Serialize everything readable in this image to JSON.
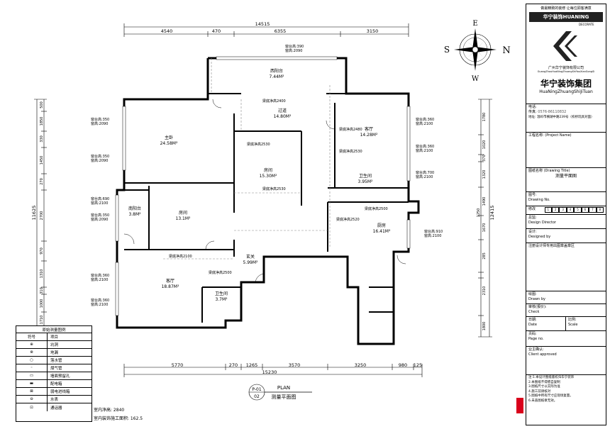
{
  "overall": {
    "top_total": "14515",
    "top_segments": [
      "4540",
      "470",
      "6355",
      "3150"
    ],
    "bottom_total": "15230",
    "bottom_segments": [
      "5770",
      "270",
      "1265",
      "3570",
      "3250",
      "980",
      "125"
    ],
    "left_total": "11625",
    "left_segments": [
      "500",
      "1850",
      "330",
      "1450",
      "270",
      "2700",
      "970",
      "1310",
      "310",
      "1000",
      "1710"
    ],
    "right_total": "12415",
    "right_segments": [
      "1780",
      "1020",
      "370",
      "1320",
      "1490",
      "1250",
      "1670",
      "285",
      "2310",
      "1800"
    ]
  },
  "rooms": [
    {
      "name": "西阳台",
      "area": "7.44M²"
    },
    {
      "name": "过道",
      "area": "14.80M²"
    },
    {
      "name": "主卧",
      "area": "24.58M²"
    },
    {
      "name": "客厅",
      "area": "14.28M²"
    },
    {
      "name": "房间",
      "area": "15.30M²"
    },
    {
      "name": "卫生间",
      "area": "3.95M²"
    },
    {
      "name": "南阳台",
      "area": "3.8M²"
    },
    {
      "name": "房间",
      "area": "13.1M²"
    },
    {
      "name": "厨房",
      "area": "16.41M²"
    },
    {
      "name": "玄关",
      "area": "5.99M²"
    },
    {
      "name": "客厅",
      "area": "18.87M²"
    },
    {
      "name": "卫生间",
      "area": "3.7M²"
    }
  ],
  "window_notes": {
    "top": [
      "窗台高:390",
      "窗高:2090"
    ],
    "left1": [
      "窗台高:350",
      "窗高:2090"
    ],
    "left2": [
      "窗台高:350",
      "窗高:2090"
    ],
    "left3": [
      "窗台高:690",
      "窗高:2100"
    ],
    "left4": [
      "窗台高:350",
      "窗高:2090"
    ],
    "left5": [
      "窗台高:360",
      "窗高:2100"
    ],
    "left6": [
      "窗台高:360",
      "窗高:2100"
    ],
    "right1": [
      "窗台高:360",
      "窗高:2100"
    ],
    "right2": [
      "窗台高:360",
      "窗高:2100"
    ],
    "right3": [
      "窗台高:700",
      "窗高:2100"
    ],
    "right4": [
      "窗台高:910",
      "窗高:2100"
    ]
  },
  "beam_notes": [
    "梁底净高2400",
    "梁底净高2480",
    "梁底净高2530",
    "梁底净高2530",
    "梁底净高2530",
    "梁底净高2500",
    "梁底净高2100",
    "梁底净高2500",
    "梁底净高2520"
  ],
  "compass": {
    "n": "N",
    "s": "S",
    "e": "E",
    "w": "W"
  },
  "plan_label": {
    "code": "P-01",
    "num": "02",
    "en": "PLAN",
    "cn": "测量平面图"
  },
  "notes": [
    "室内净高: 2840",
    "室内装饰施工面积: 162.5"
  ],
  "legend": {
    "title": "原始测量图例",
    "col_symbol": "符号",
    "col_name": "项目",
    "items": [
      "坑洞",
      "地漏",
      "落水管",
      "煤气管",
      "墙面预留孔",
      "配电箱",
      "弱电进线箱",
      "水表",
      "通话器"
    ]
  },
  "title_block": {
    "slogan": "做最精致的装修 让每位顾客满意",
    "logo_text": "华宁装饰HUANING",
    "logo_sub": "DECORATE",
    "company_cn": "广州华宁装饰有限公司",
    "company_pinyin": "GuangZhouHuaNingZhuangShiYouXianGongSi",
    "group_cn": "华宁装饰集团",
    "group_pinyin": "HuaNingZhuangShiJiTuan",
    "tel_label": "电话:",
    "fax_label": "传真:",
    "fax_value": "0576-86110832",
    "address": "地址: 温岭市横湖中路239号（校桥玩具对面）",
    "project_label": "工程名称: (Project Name)",
    "drawing_title_label": "图纸名称 (Drawing Title)",
    "drawing_title_value": "测量平面图",
    "drawing_no_label": "图号:",
    "drawing_no_en": "Drawing No.",
    "revision_label": "修改",
    "revision_numbers": [
      "1",
      "2",
      "3",
      "4",
      "5",
      "6",
      "7",
      "8"
    ],
    "director_label": "总监:",
    "director_en": "Design Director",
    "designer_label": "设计:",
    "designer_en": "Designed by",
    "stamp_note": "注册设计师专用出图章盖章区",
    "drawn_label": "绘图:",
    "drawn_en": "Drawn by",
    "check_label": "审核(报价):",
    "check_en": "Check",
    "date_label": "日期:",
    "date_en": "Date",
    "scale_label": "比例:",
    "scale_en": "Scale",
    "page_label": "页码:",
    "page_en": "Page no.",
    "client_label": "业主确认:",
    "client_en": "Client approved",
    "bottom_notes": [
      "注:1.本设计图纸版权归华宁装饰",
      "2.本图纸不得擅自复制",
      "3.图纸尺寸以实际为准",
      "4.施工前请核对",
      "5.图纸中所有尺寸应现场复量。",
      "6.未盖图纸章无效。"
    ]
  }
}
